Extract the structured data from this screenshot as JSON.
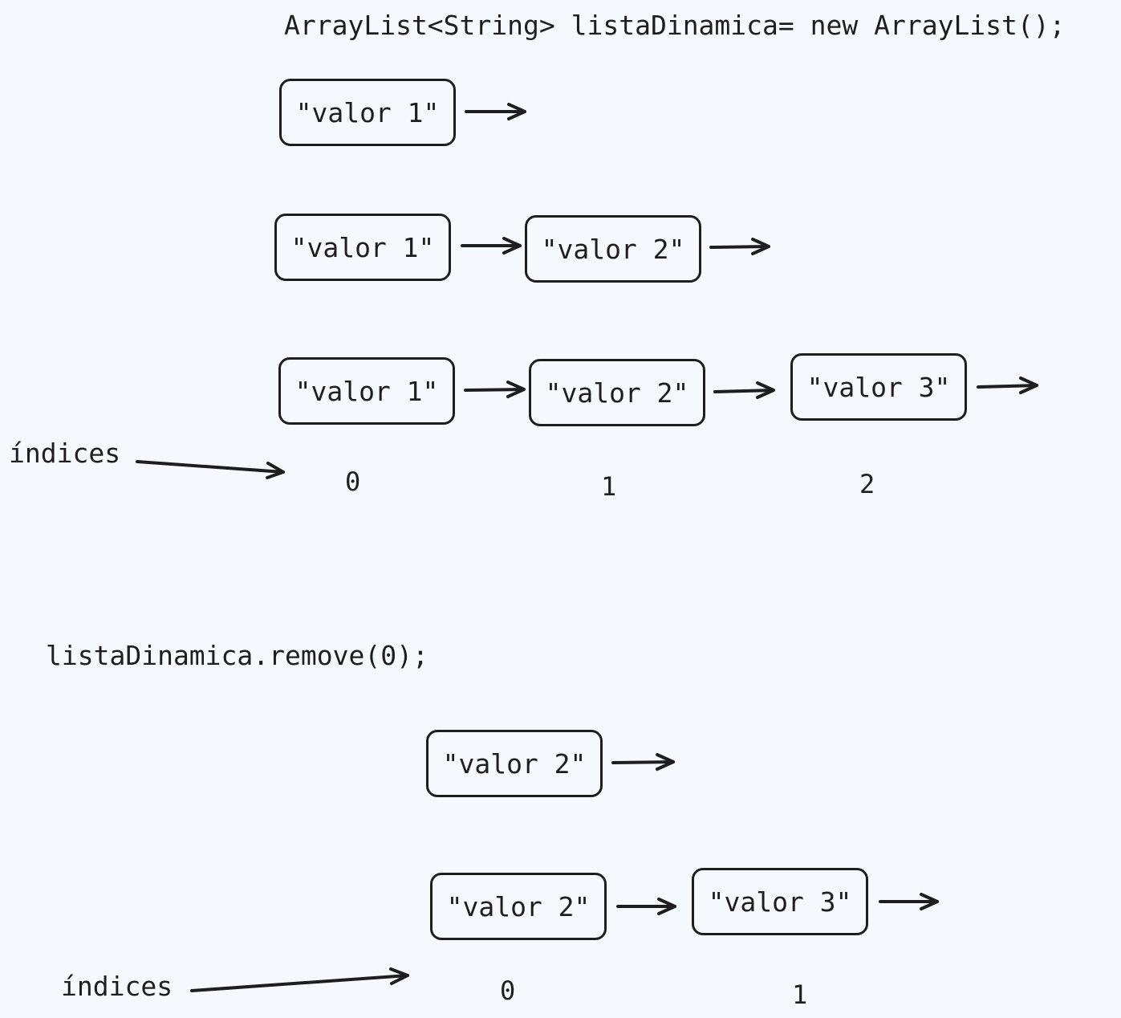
{
  "code": {
    "declaration": "ArrayList<String> listaDinamica= new ArrayList();",
    "remove_call": "listaDinamica.remove(0);"
  },
  "values": {
    "v1": "\"valor 1\"",
    "v2": "\"valor 2\"",
    "v3": "\"valor 3\""
  },
  "labels": {
    "indices": "índices"
  },
  "indices": {
    "i0": "0",
    "i1": "1",
    "i2": "2"
  },
  "colors": {
    "background": "#f5f9fd",
    "stroke": "#1e1e1e"
  }
}
